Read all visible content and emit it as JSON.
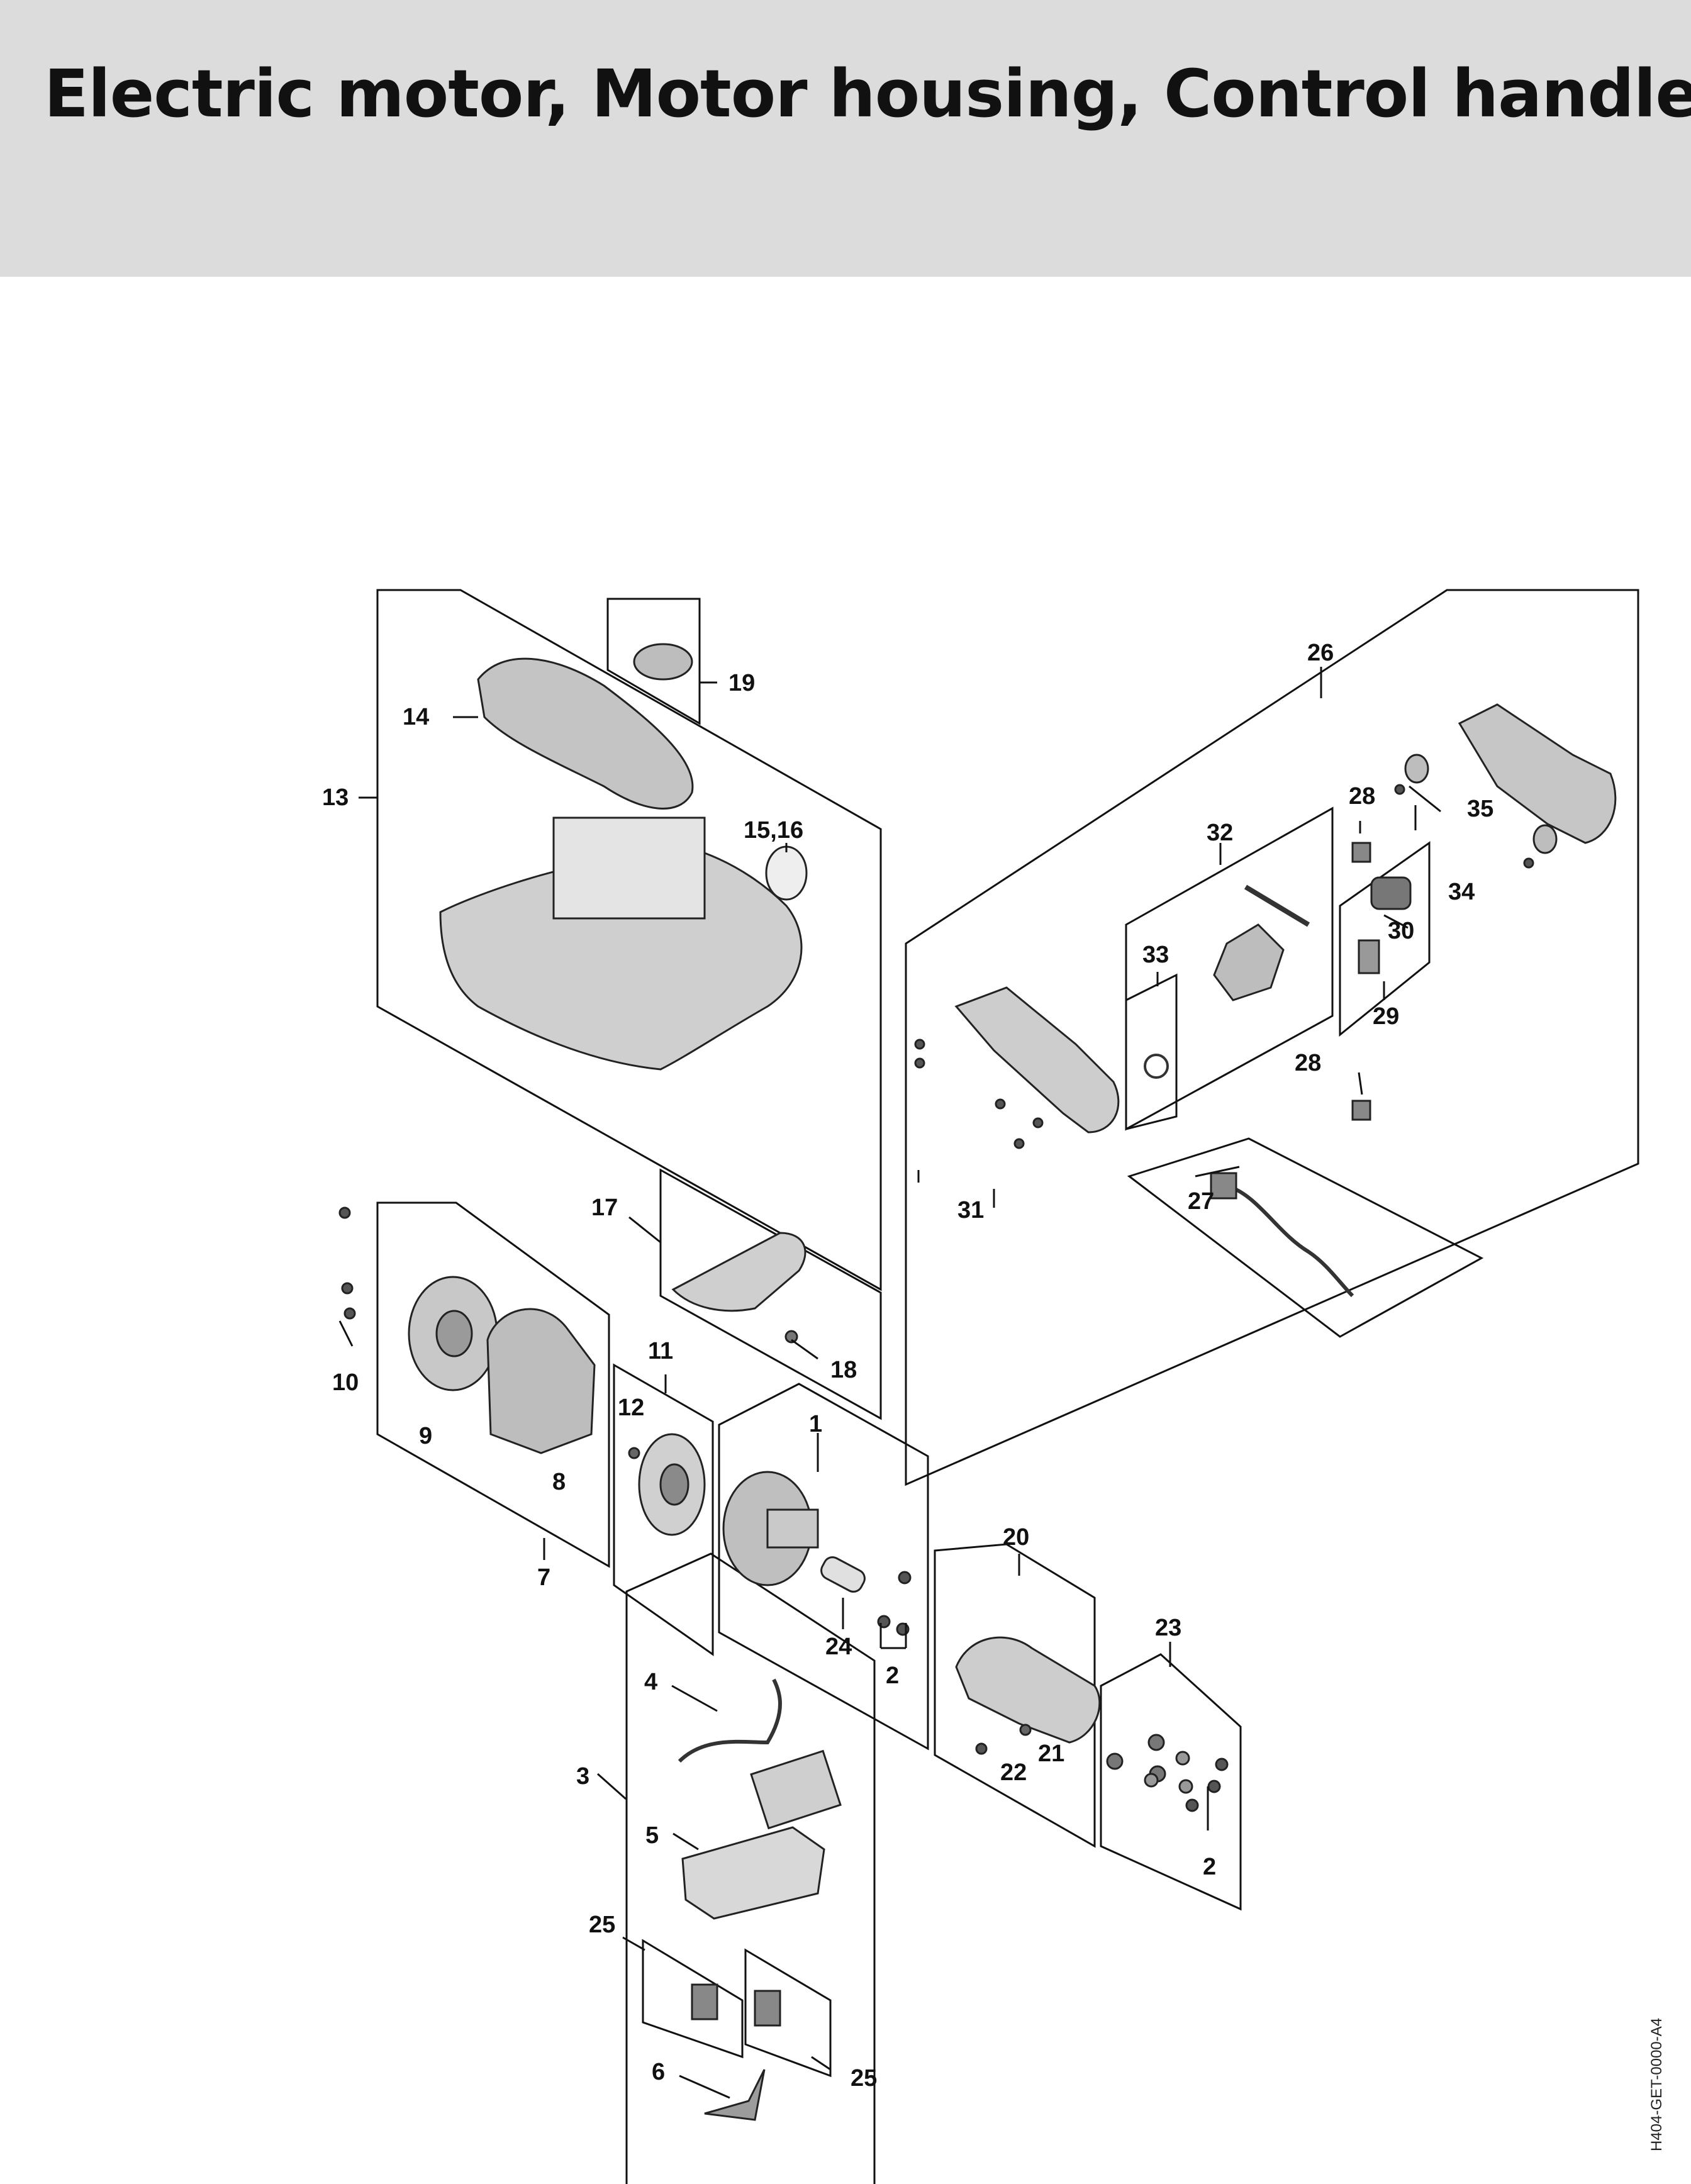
{
  "page": {
    "title": "Electric motor, Motor housing, Control handle",
    "document_id": "H404-GET-0000-A4"
  },
  "callouts": {
    "c1": "1",
    "c2a": "2",
    "c2b": "2",
    "c3": "3",
    "c4": "4",
    "c5": "5",
    "c6": "6",
    "c7": "7",
    "c8": "8",
    "c9": "9",
    "c10": "10",
    "c11": "11",
    "c12": "12",
    "c13": "13",
    "c14": "14",
    "c15_16": "15,16",
    "c17": "17",
    "c18": "18",
    "c19": "19",
    "c20": "20",
    "c21": "21",
    "c22": "22",
    "c23": "23",
    "c24": "24",
    "c25a": "25",
    "c25b": "25",
    "c26": "26",
    "c27": "27",
    "c28a": "28",
    "c28b": "28",
    "c29": "29",
    "c30": "30",
    "c31": "31",
    "c32": "32",
    "c33": "33",
    "c34": "34",
    "c35": "35"
  },
  "colors": {
    "header_bg": "#dcdcdc",
    "line": "#111111",
    "part_fill": "#d6d6d6",
    "part_dark": "#6a6a6a"
  }
}
